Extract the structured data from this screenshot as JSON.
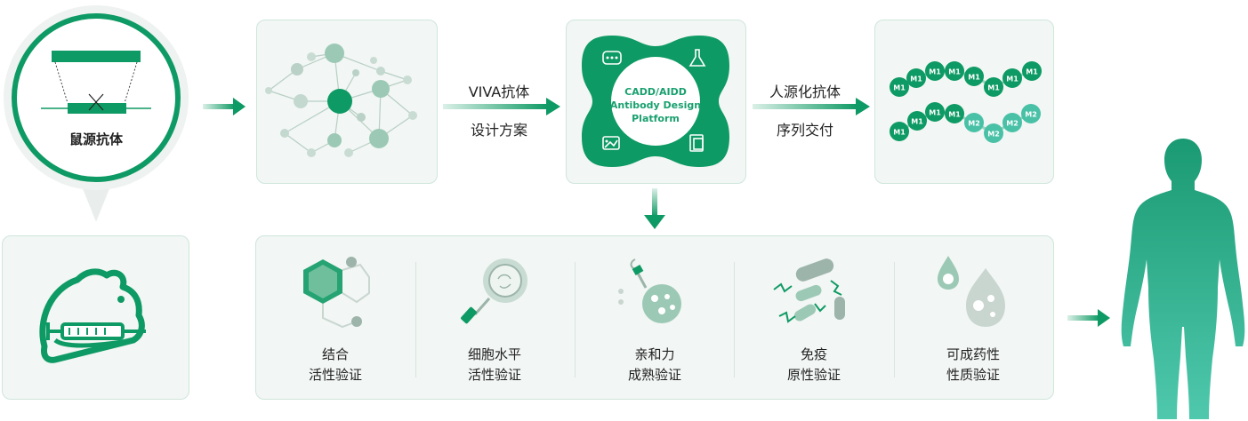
{
  "steps": {
    "mouse_antibody": "鼠源抗体",
    "viva_line1": "VIVA抗体",
    "viva_line2": "设计方案",
    "humanized_line1": "人源化抗体",
    "humanized_line2": "序列交付"
  },
  "platform": {
    "line1": "CADD/AIDD",
    "line2": "Antibody Design",
    "line3": "Platform"
  },
  "chain_labels": {
    "m1": "M1",
    "m2": "M2"
  },
  "validations": [
    {
      "line1": "结合",
      "line2": "活性验证"
    },
    {
      "line1": "细胞水平",
      "line2": "活性验证"
    },
    {
      "line1": "亲和力",
      "line2": "成熟验证"
    },
    {
      "line1": "免疫",
      "line2": "原性验证"
    },
    {
      "line1": "可成药性",
      "line2": "性质验证"
    }
  ],
  "colors": {
    "primary": "#0e9a64",
    "light": "#9cd3bc",
    "card_bg": "#f2f6f4",
    "card_border": "#cfe6dc",
    "icon_gray": "#c9d6d0"
  }
}
